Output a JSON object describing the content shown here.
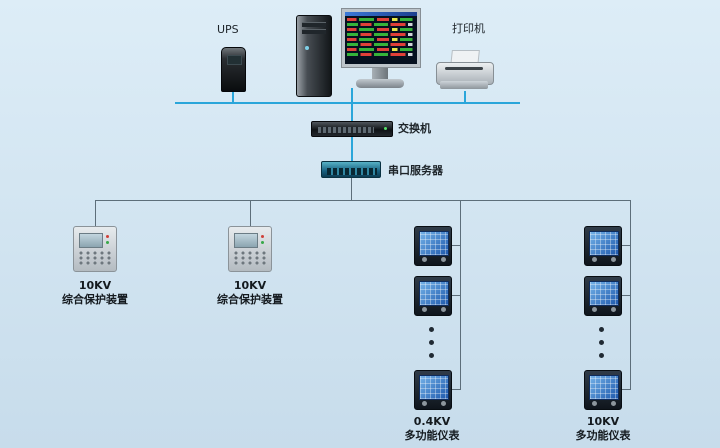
{
  "colors": {
    "lan_line": "#2aa6da",
    "wire": "#5d6e7a",
    "bg_top": "#ddedf7",
    "bg_bottom": "#c7dceb"
  },
  "top": {
    "ups_label": "UPS",
    "printer_label": "打印机"
  },
  "network": {
    "switch_label": "交换机",
    "serial_server_label": "串口服务器"
  },
  "branches": {
    "protection1": {
      "kv": "10KV",
      "name": "综合保护装置"
    },
    "protection2": {
      "kv": "10KV",
      "name": "综合保护装置"
    },
    "meters1": {
      "kv": "0.4KV",
      "name": "多功能仪表"
    },
    "meters2": {
      "kv": "10KV",
      "name": "多功能仪表"
    }
  }
}
